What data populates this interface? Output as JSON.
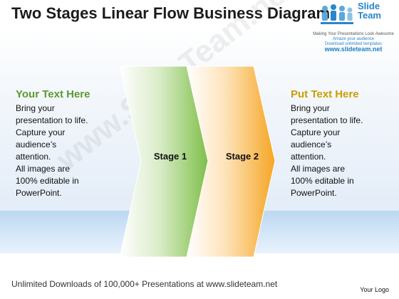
{
  "title": "Two Stages Linear Flow Business Diagram",
  "logo": {
    "name": "Slide Team",
    "tagline": "Making Your Presentations Look Awesome",
    "line2": "Amaze your audience",
    "line3": "Download unlimited templates",
    "url": "www.slideteam.net"
  },
  "left_panel": {
    "heading": "Your Text Here",
    "body": "Bring your\npresentation to life.\nCapture your\naudience’s\nattention.\nAll images are\n100% editable in\nPowerPoint."
  },
  "right_panel": {
    "heading": "Put Text Here",
    "body": "Bring your\npresentation to life.\nCapture your\naudience’s\nattention.\nAll images are\n100% editable in\nPowerPoint."
  },
  "stages": [
    {
      "label": "Stage 1",
      "color": "#7fbf4a"
    },
    {
      "label": "Stage 2",
      "color": "#f5a623"
    }
  ],
  "watermark": "www.SlideTeam.net",
  "footer": "Unlimited Downloads of 100,000+ Presentations at www.slideteam.net",
  "your_logo": "Your Logo"
}
